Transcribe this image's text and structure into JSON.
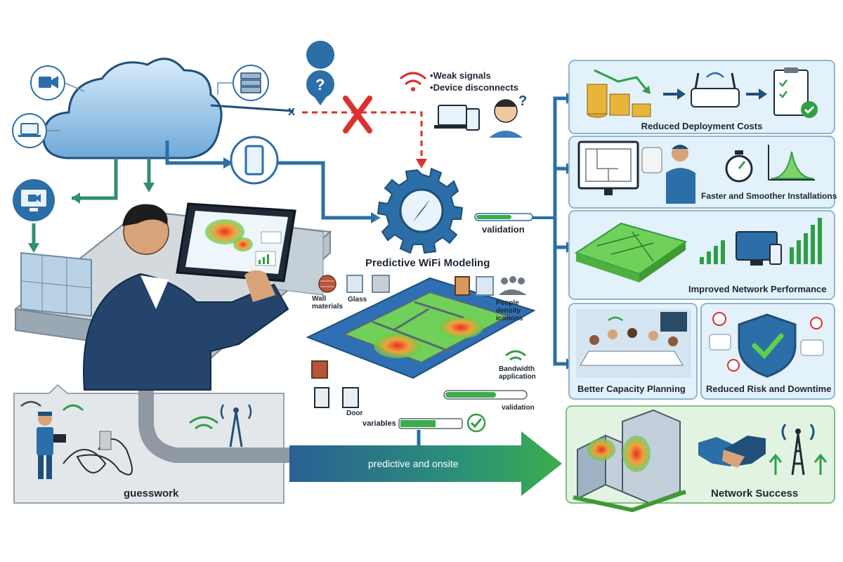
{
  "top_left": {
    "bullets": [
      "Weak signals",
      "Device disconnects"
    ]
  },
  "center": {
    "title": "Predictive WiFi Modeling",
    "validation_top": "validation",
    "wall_materials": "Wall materials",
    "glass": "Glass",
    "people_density": "People density iconons",
    "bandwidth": "Bandwidth application",
    "door": "Door",
    "validation_bottom": "validation",
    "variables": "variables"
  },
  "bottom": {
    "guesswork": "guesswork",
    "arrow_label": "predictive and onsite"
  },
  "panels": {
    "reduced_costs": "Reduced Deployment Costs",
    "faster": "Faster and Smoother Installations",
    "performance": "Improved Network Performance",
    "capacity": "Better Capacity Planning",
    "risk": "Reduced Risk and Downtime",
    "success": "Network Success"
  },
  "colors": {
    "blue": "#2b6ea8",
    "dark_blue": "#1f4f7a",
    "green": "#2f9e46",
    "red": "#d9312b",
    "panel_blue": "#e3f1fa",
    "panel_green": "#e2f4e1"
  },
  "icons": [
    "cloud-icon",
    "video-camera-icon",
    "laptop-icon",
    "server-icon",
    "smartphone-icon",
    "question-icon",
    "wifi-icon",
    "gear-compass-icon",
    "coins-icon",
    "router-icon",
    "checklist-icon",
    "stopwatch-icon",
    "shield-check-icon",
    "handshake-icon",
    "cell-tower-icon"
  ]
}
